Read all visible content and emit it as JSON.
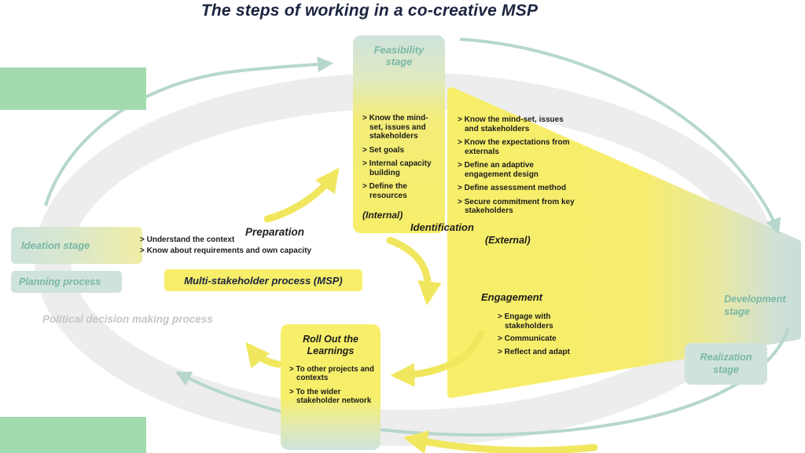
{
  "title": "The steps of working in a co-creative MSP",
  "colors": {
    "yellow": "#f7ef6a",
    "teal_box": "#cfe3dc",
    "teal_text": "#79b7a5",
    "green_block": "#a3dbae",
    "navy_text": "#1b2440",
    "gray_text": "#c6c6c6",
    "arrow_yellow": "#f1e75f",
    "arrow_teal": "#b7d7cc",
    "ring_gray": "#ededed"
  },
  "arrows": {
    "outer_description": "teal elliptical cycle arrows",
    "inner_description": "yellow process flow arrows"
  },
  "feasibility": {
    "label": "Feasibility stage",
    "items": [
      "> Know the mind-set, issues and stakeholders",
      "> Set goals",
      "> Internal capacity building",
      "> Define the resources"
    ],
    "scope": "(Internal)"
  },
  "identification": {
    "heading": "Identification",
    "scope": "(External)",
    "items": [
      "> Know the mind-set, issues and stakeholders",
      "> Know the expectations from externals",
      "> Define an adaptive engagement design",
      "> Define assessment method",
      "> Secure commitment from key stakeholders"
    ]
  },
  "engagement": {
    "heading": "Engagement",
    "items": [
      "> Engage with stakeholders",
      "> Communicate",
      "> Reflect and adapt"
    ]
  },
  "preparation": {
    "heading": "Preparation",
    "items": [
      "> Understand the context",
      "> Know about requirements and own capacity"
    ]
  },
  "rollout": {
    "heading": "Roll Out the Learnings",
    "items": [
      "> To other projects and contexts",
      "> To the wider stakeholder network"
    ]
  },
  "stages": {
    "ideation": "Ideation stage",
    "development": "Development stage",
    "realization": "Realization stage"
  },
  "processes": {
    "planning": "Planning process",
    "msp": "Multi-stakeholder process (MSP)",
    "political": "Political decision making process"
  }
}
